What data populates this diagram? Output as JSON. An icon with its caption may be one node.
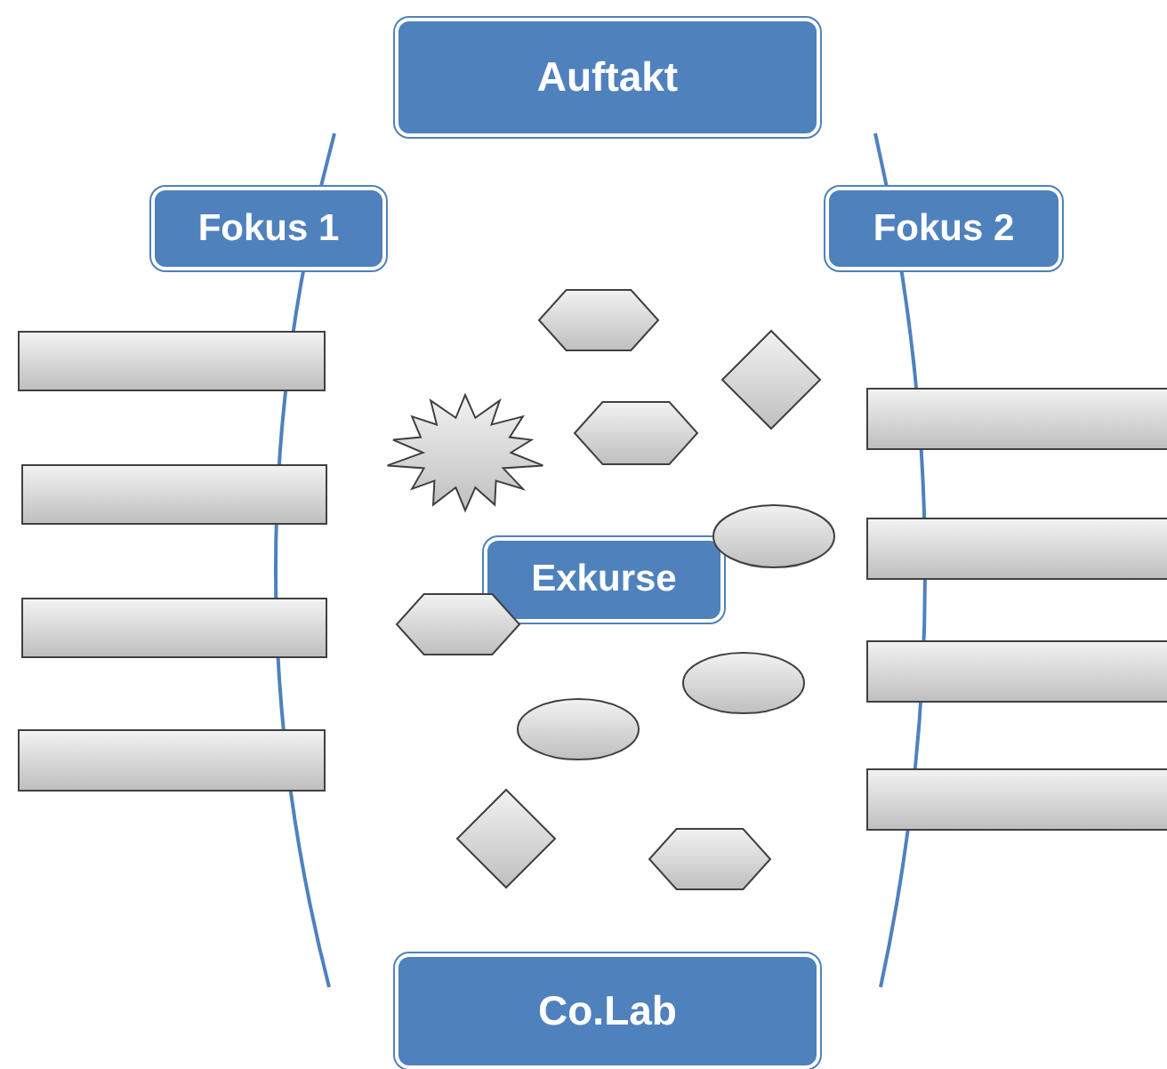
{
  "diagram": {
    "nodes": [
      {
        "text": [
          "Auftakt"
        ]
      },
      {
        "text": [
          "Fokus 1"
        ]
      },
      {
        "text": [
          "Fokus 2"
        ]
      },
      {
        "text": [
          "Exkurse"
        ]
      },
      {
        "text": [
          "Co.Lab"
        ]
      },
      {
        "text": [],
        "shape": "hexagon"
      },
      {
        "text": [],
        "shape": "bar"
      },
      {
        "text": [],
        "shape": "diamond"
      },
      {
        "text": [],
        "shape": "star"
      },
      {
        "text": [],
        "shape": "hexagon"
      },
      {
        "text": [],
        "shape": "bar"
      },
      {
        "text": [],
        "shape": "bar"
      },
      {
        "text": [],
        "shape": "bar"
      },
      {
        "text": [],
        "shape": "ellipse"
      },
      {
        "text": [],
        "shape": "bar"
      },
      {
        "text": [],
        "shape": "hexagon"
      },
      {
        "text": [],
        "shape": "bar"
      },
      {
        "text": [],
        "shape": "ellipse"
      },
      {
        "text": [],
        "shape": "ellipse"
      },
      {
        "text": [],
        "shape": "bar"
      },
      {
        "text": [],
        "shape": "bar"
      },
      {
        "text": [],
        "shape": "diamond"
      },
      {
        "text": [],
        "shape": "hexagon"
      }
    ]
  }
}
